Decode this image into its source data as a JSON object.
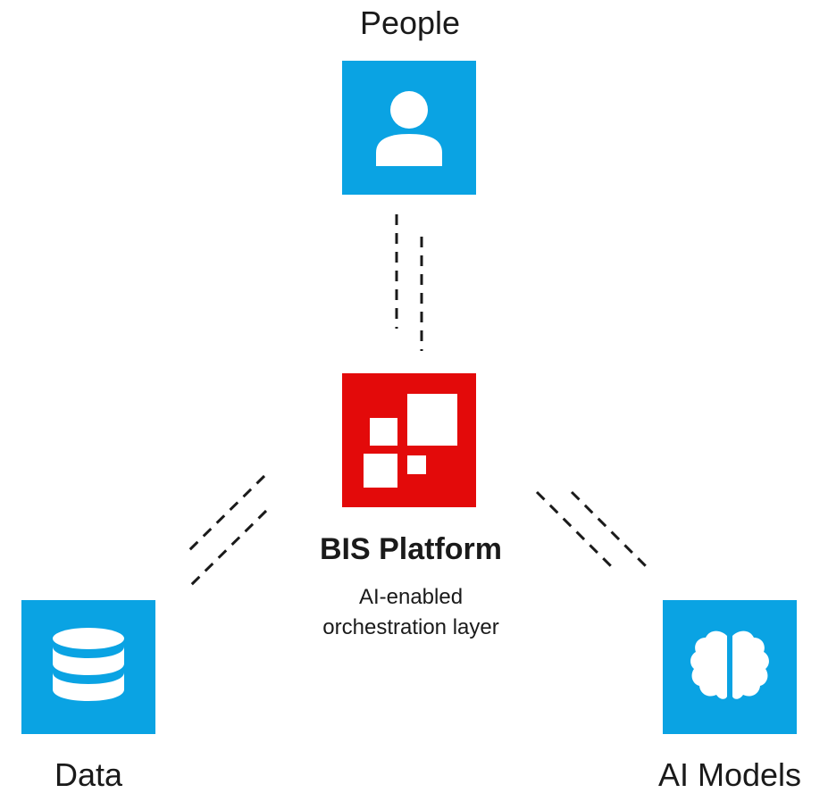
{
  "nodes": {
    "people": {
      "label": "People",
      "icon": "user-icon",
      "color": "#0aa3e3"
    },
    "data": {
      "label": "Data",
      "icon": "database-icon",
      "color": "#0aa3e3"
    },
    "ai_models": {
      "label": "AI Models",
      "icon": "brain-icon",
      "color": "#0aa3e3"
    }
  },
  "platform": {
    "title": "BIS Platform",
    "subtitle_line1": "AI-enabled",
    "subtitle_line2": "orchestration layer",
    "icon": "bis-logo-icon",
    "color": "#e30a0a"
  },
  "connectors": [
    {
      "from": "people",
      "to": "platform",
      "style": "double-dashed"
    },
    {
      "from": "data",
      "to": "platform",
      "style": "double-dashed"
    },
    {
      "from": "ai_models",
      "to": "platform",
      "style": "double-dashed"
    }
  ]
}
